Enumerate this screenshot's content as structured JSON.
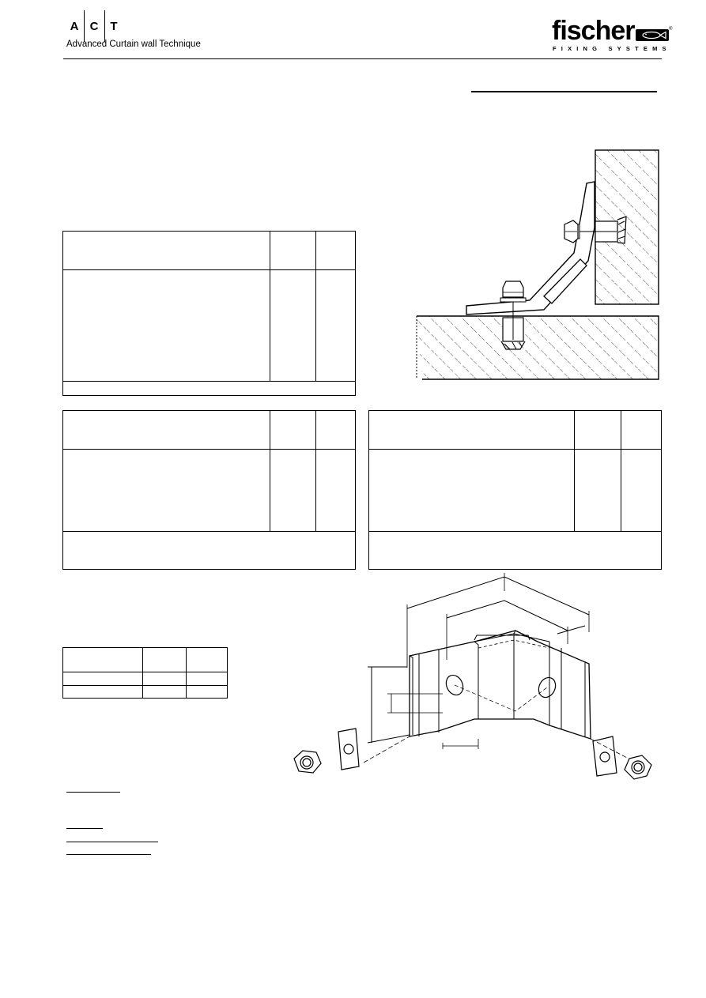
{
  "header": {
    "letters": [
      "A",
      "C",
      "T"
    ],
    "subtitle": "Advanced Curtain wall Technique",
    "logo": {
      "brand": "fischer",
      "tagline": "FIXING SYSTEMS"
    }
  },
  "colors": {
    "ink": "#000000",
    "paper": "#ffffff"
  },
  "icons": [
    "section-drawing-anchored-bracket",
    "isometric-angle-bracket-drawing"
  ]
}
